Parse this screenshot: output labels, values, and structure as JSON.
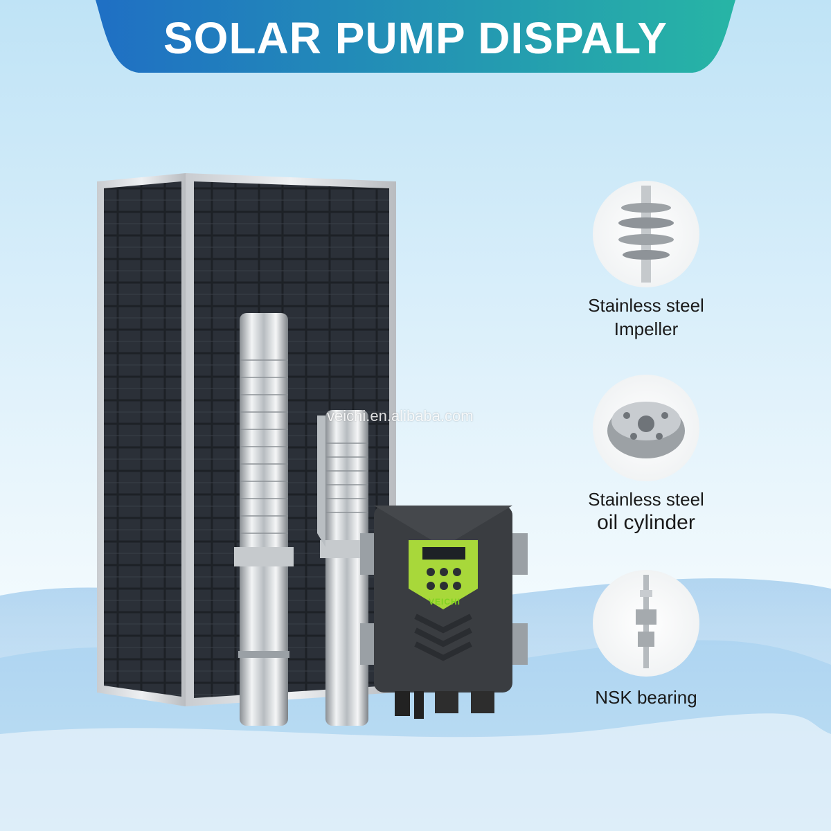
{
  "banner": {
    "title": "SOLAR PUMP DISPALY"
  },
  "watermark": "veichi.en.alibaba.com",
  "controller": {
    "brand": "VEICHI"
  },
  "features": [
    {
      "line1": "Stainless steel",
      "line2": "Impeller",
      "icon": "impeller-icon"
    },
    {
      "line1": "Stainless steel",
      "line2": "oil cylinder",
      "icon": "oil-cylinder-icon"
    },
    {
      "line1": "",
      "line2": "NSK bearing",
      "icon": "bearing-icon"
    }
  ],
  "colors": {
    "banner_start": "#1f7bc9",
    "banner_end": "#26b3a8",
    "controller_body": "#3a3d41",
    "controller_panel": "#a8d83a"
  }
}
